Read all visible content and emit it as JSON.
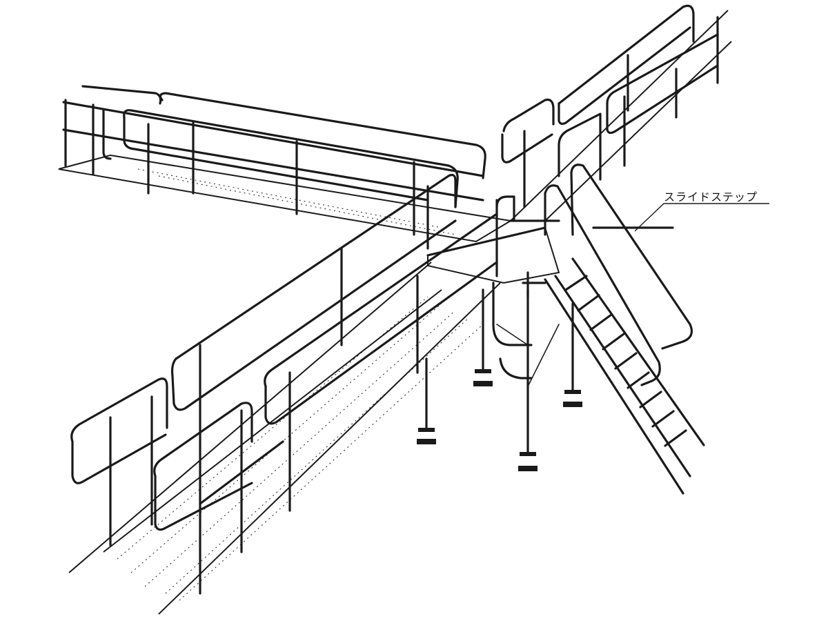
{
  "diagram": {
    "callout": {
      "label": "スライドステップ",
      "target": "slide-step"
    },
    "colors": {
      "ink": "#1a1a1a",
      "background": "#ffffff"
    },
    "parts": [
      "walkway-left",
      "walkway-right",
      "walkway-front",
      "platform",
      "slide-step",
      "handrails",
      "jack-base-legs"
    ]
  }
}
